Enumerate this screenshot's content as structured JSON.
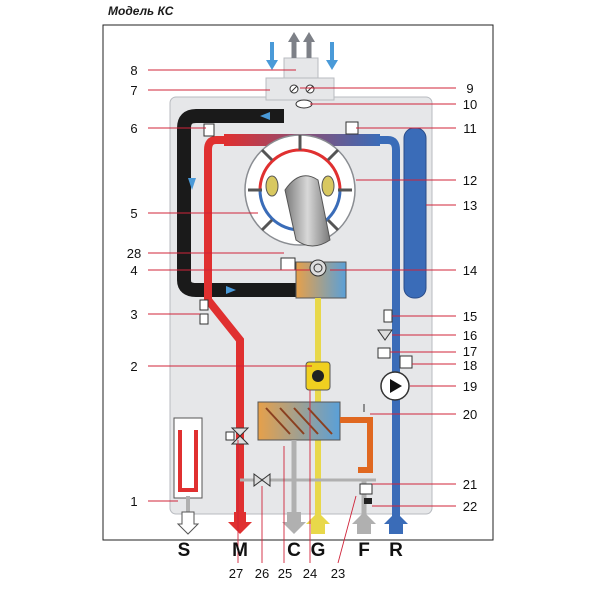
{
  "title": "Модель КС",
  "callouts": {
    "left": [
      "8",
      "7",
      "6",
      "5",
      "28",
      "4",
      "3",
      "2",
      "1"
    ],
    "right": [
      "9",
      "10",
      "11",
      "12",
      "13",
      "14",
      "15",
      "16",
      "17",
      "18",
      "19",
      "20",
      "21",
      "22"
    ],
    "bottom": [
      "27",
      "26",
      "25",
      "24",
      "23"
    ]
  },
  "ports": [
    "S",
    "M",
    "C",
    "G",
    "F",
    "R"
  ],
  "colors": {
    "hot_water": "#e03030",
    "cold_water": "#3a6cb8",
    "flue": "#1a1a1a",
    "gas": "#e8d84a",
    "casing": "#e6e7e9",
    "leader": "#d0243a"
  }
}
